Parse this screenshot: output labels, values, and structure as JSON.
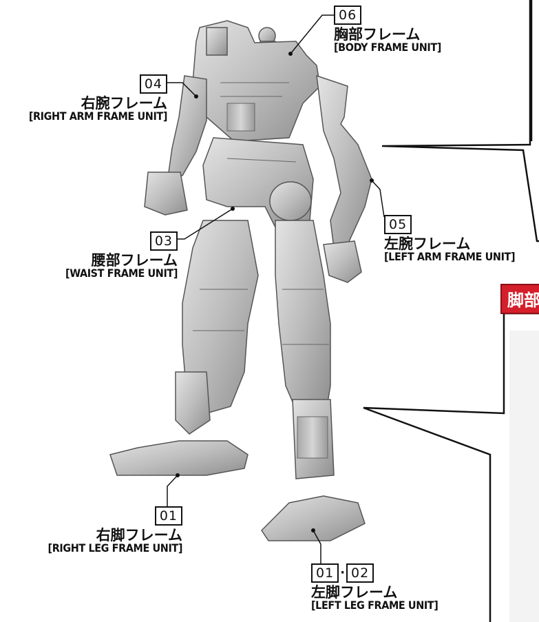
{
  "colors": {
    "accent": "#d41f2b",
    "frame": "#bdbdbd",
    "ink": "#111111"
  },
  "parts": {
    "body": {
      "num": "06",
      "jp": "胸部フレーム",
      "en": "[BODY FRAME UNIT]"
    },
    "right_arm": {
      "num": "04",
      "jp": "右腕フレーム",
      "en": "[RIGHT ARM FRAME UNIT]"
    },
    "left_arm": {
      "num": "05",
      "jp": "左腕フレーム",
      "en": "[LEFT ARM FRAME UNIT]"
    },
    "waist": {
      "num": "03",
      "jp": "腰部フレーム",
      "en": "[WAIST FRAME UNIT]"
    },
    "right_leg": {
      "num": "01",
      "jp": "右脚フレーム",
      "en": "[RIGHT LEG FRAME UNIT]"
    },
    "left_leg": {
      "num1": "01",
      "sep": "·",
      "num2": "02",
      "jp": "左脚フレーム",
      "en": "[LEFT LEG FRAME UNIT]"
    }
  },
  "leg_section": {
    "header": "脚部"
  }
}
